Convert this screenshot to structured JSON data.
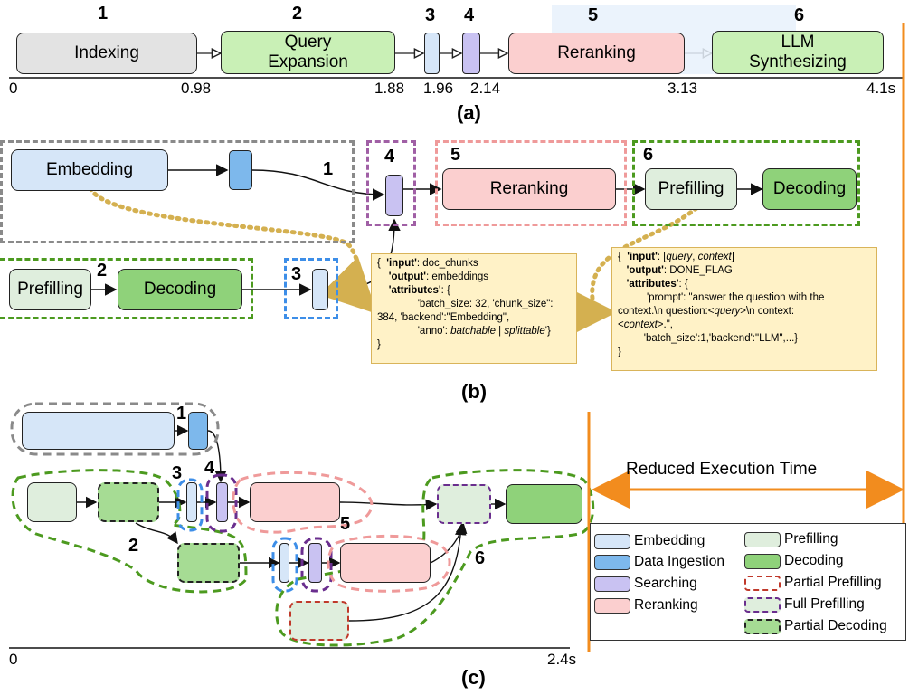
{
  "panel_a": {
    "caption": "(a)",
    "stages": [
      {
        "num": "1",
        "label": "Indexing",
        "color": "#e3e3e3"
      },
      {
        "num": "2",
        "label": "Query\nExpansion",
        "color": "#c9f0b6"
      },
      {
        "num": "3",
        "label": "",
        "color": "#d6e6f8"
      },
      {
        "num": "4",
        "label": "",
        "color": "#c9c2f2"
      },
      {
        "num": "5",
        "label": "Reranking",
        "color": "#fbcfcf"
      },
      {
        "num": "6",
        "label": "LLM\nSynthesizing",
        "color": "#c9f0b6"
      }
    ],
    "ticks": [
      "0",
      "0.98",
      "1.88",
      "1.96",
      "2.14",
      "3.13",
      "4.1s"
    ]
  },
  "panel_b": {
    "caption": "(b)",
    "boxes": {
      "embedding": "Embedding",
      "reranking": "Reranking",
      "prefilling_top": "Prefilling",
      "decoding_top": "Decoding",
      "prefilling_bottom": "Prefilling",
      "decoding_bottom": "Decoding"
    },
    "nums": {
      "n1": "1",
      "n2": "2",
      "n3": "3",
      "n4": "4",
      "n5": "5",
      "n6": "6"
    },
    "note_left": {
      "l1a": "{  ",
      "l1k": "'input'",
      "l1v": ": doc_chunks",
      "l2k": "'output'",
      "l2v": ": embeddings",
      "l3k": "'attributes'",
      "l3v": ": {",
      "l4": "'batch_size: 32, 'chunk_size\":",
      "l5": "384, 'backend':\"Embedding\",",
      "l6a": "'anno': ",
      "l6b": "batchable",
      "l6c": " | ",
      "l6d": "splittable",
      "l6e": "'}",
      "l7": "}"
    },
    "note_right": {
      "l1a": "{  ",
      "l1k": "'input'",
      "l1b": ": [",
      "l1c": "query",
      "l1d": ", ",
      "l1e": "context",
      "l1f": "]",
      "l2k": "'output'",
      "l2v": ": DONE_FLAG",
      "l3k": "'attributes'",
      "l3v": ": {",
      "l4": "'prompt': \"answer the question with the",
      "l5a": "context.\\n question:<",
      "l5b": "query",
      "l5c": ">\\n context:",
      "l6a": "<",
      "l6b": "context",
      "l6c": ">.\",",
      "l7": "'batch_size':1,'backend':\"LLM\",...}",
      "l8": "}"
    }
  },
  "panel_c": {
    "caption": "(c)",
    "nums": {
      "n1": "1",
      "n2": "2",
      "n3": "3",
      "n4": "4",
      "n5": "5",
      "n6": "6"
    },
    "ticks": [
      "0",
      "2.4s"
    ],
    "reduced_label": "Reduced Execution Time"
  },
  "legend": {
    "items": [
      {
        "label": "Embedding",
        "fill": "#d6e6f8",
        "border": "solid"
      },
      {
        "label": "Data Ingestion",
        "fill": "#7db8ec",
        "border": "solid"
      },
      {
        "label": "Searching",
        "fill": "#c9c2f2",
        "border": "solid"
      },
      {
        "label": "Reranking",
        "fill": "#fbcfcf",
        "border": "solid"
      },
      {
        "label": "Prefilling",
        "fill": "#dfeedd",
        "border": "solid"
      },
      {
        "label": "Decoding",
        "fill": "#8fd27a",
        "border": "solid"
      },
      {
        "label": "Partial Prefilling",
        "fill": "#ffffff",
        "border": "dashed-red"
      },
      {
        "label": "Full Prefilling",
        "fill": "#dfeedd",
        "border": "dashed-purple"
      },
      {
        "label": "Partial Decoding",
        "fill": "#a6dc94",
        "border": "dashed-black"
      }
    ]
  },
  "colors": {
    "orange": "#f28c1e",
    "gray_group": "#8a8a8a",
    "green_group": "#4c9a1f",
    "pink_group": "#ef9a9a",
    "purple_group": "#9b59b6",
    "blue_group": "#3d8ee8",
    "dotted_arrow": "#d4b050"
  }
}
